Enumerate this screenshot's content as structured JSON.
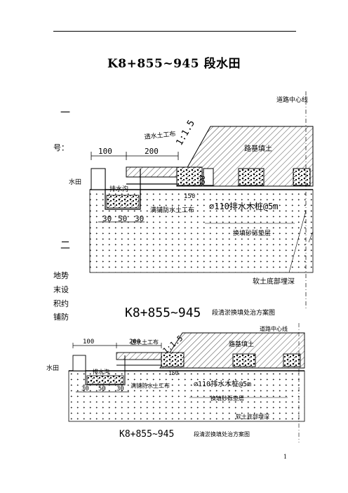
{
  "page": {
    "title": "K8+855~945 段水田",
    "page_number": "1"
  },
  "side_text": {
    "item_one": "一",
    "hao": "号：",
    "item_two": "二",
    "lines": [
      "地势",
      "末设",
      "积约",
      "铺防"
    ]
  },
  "drawing_1": {
    "centerline": "道路中心线",
    "fabric_top": "透水土工布",
    "slope": "1:1.5",
    "embankment": "路基填土",
    "paddy": "水田",
    "dim_100": "100",
    "dim_200": "200",
    "dim_50": "50",
    "dim_150": "150",
    "dim_30a": "30",
    "dim_50b": "50",
    "dim_30b": "30",
    "drain": "排水沟",
    "fabric_bottom": "满铺防水土工布",
    "pile": "⌀110排水木桩@5m",
    "gravel": "换填砂砾垫层",
    "soft_soil": "软土底部埋深",
    "caption": "K8+855~945",
    "caption_cn": "段清淤换填处治方案图"
  },
  "drawing_2": {
    "centerline": "道路中心线",
    "fabric_top": "透水土工布",
    "slope": "1:1.5",
    "embankment": "路基填土",
    "paddy": "水田",
    "dim_100": "100",
    "dim_200": "200",
    "dim_150": "150",
    "dim_30a": "30",
    "dim_50b": "50",
    "dim_30b": "30",
    "drain": "排水沟",
    "fabric_bottom": "满铺防水土工布",
    "pile": "⌀110排水木桩@5m",
    "gravel": "换填砂砾垫层",
    "soft_soil": "软土底部埋深",
    "caption": "K8+855~945",
    "caption_cn": "段清淤换填处治方案图"
  }
}
